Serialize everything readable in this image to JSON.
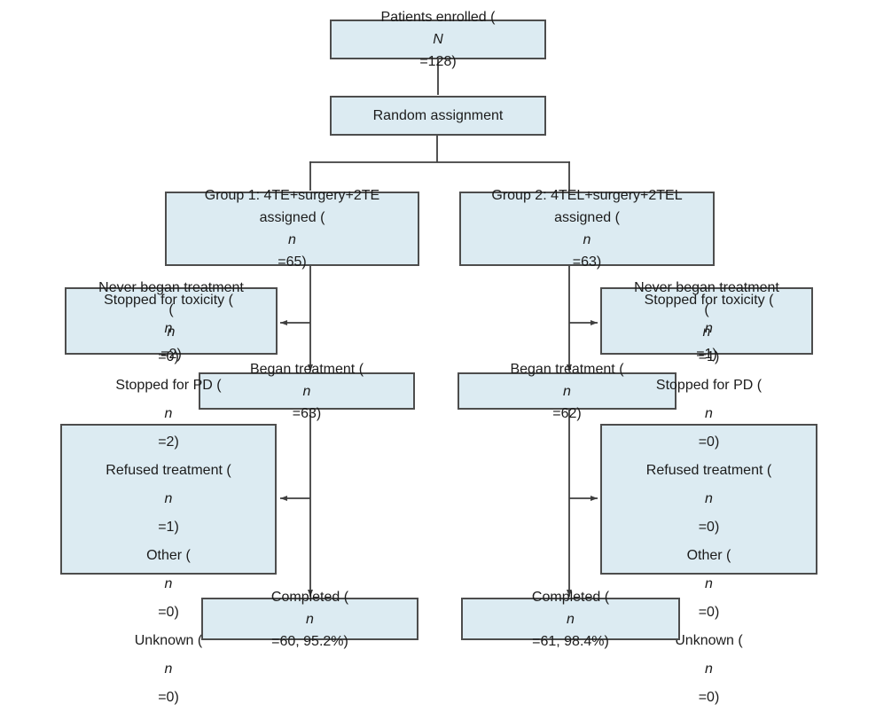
{
  "figure": {
    "colors": {
      "page_bg": "#ffffff",
      "box_fill": "#dcebf2",
      "box_border": "#4d4d4d",
      "line_color": "#3f3f3f",
      "text_color": "#1c1c1c"
    },
    "nodes": {
      "enrolled": "Patients enrolled (*N*=128)",
      "random_assignment": "Random assignment",
      "group1": [
        "Group 1: 4TE+surgery+2TE",
        "assigned (*n*=65)"
      ],
      "group2": [
        "Group 2: 4TEL+surgery+2TEL",
        "assigned (*n*=63)"
      ],
      "never_began_1": [
        "Never began treatment",
        "(*n*=2)"
      ],
      "never_began_2": [
        "Never began treatment",
        "(*n*=1)"
      ],
      "began_1": "Began treatment (*n*=63)",
      "began_2": "Began treatment (*n*=62)",
      "stopped_1": [
        "Stopped for toxicity (*n*=0)",
        "Stopped for PD (*n*=2)",
        "Refused treatment (*n*=1)",
        "Other (*n*=0)",
        "Unknown (*n*=0)"
      ],
      "stopped_2": [
        "Stopped for toxicity (*n*=1)",
        "Stopped for PD (*n*=0)",
        "Refused treatment (*n*=0)",
        "Other (*n*=0)",
        "Unknown (*n*=0)"
      ],
      "completed_1": "Completed (*n*=60, 95.2%)",
      "completed_2": "Completed (*n*=61, 98.4%)"
    }
  }
}
